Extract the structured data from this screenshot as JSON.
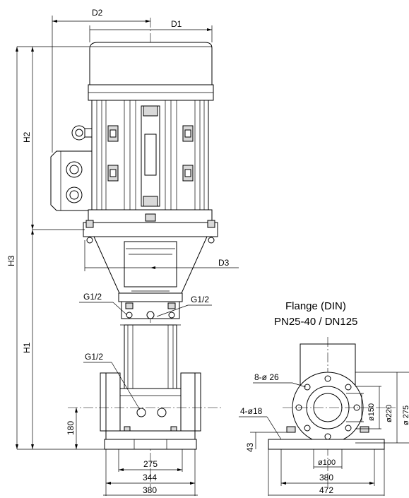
{
  "drawing": {
    "labels": {
      "d1": "D1",
      "d2": "D2",
      "d3": "D3",
      "h1": "H1",
      "h2": "H2",
      "h3": "H3",
      "g_top_left": "G1/2",
      "g_top_right": "G1/2",
      "g_lower": "G1/2"
    },
    "base_dims": {
      "d180": "180",
      "d275": "275",
      "d344": "344",
      "d380": "380"
    },
    "flange": {
      "title_line1": "Flange (DIN)",
      "title_line2": "PN25-40 / DN125",
      "bolts": "8-ø 26",
      "holes": "4-ø18",
      "d43": "43",
      "d100": "ø100",
      "d150": "ø150",
      "d220": "ø220",
      "d275": "ø 275",
      "d380": "380",
      "d472": "472"
    }
  }
}
